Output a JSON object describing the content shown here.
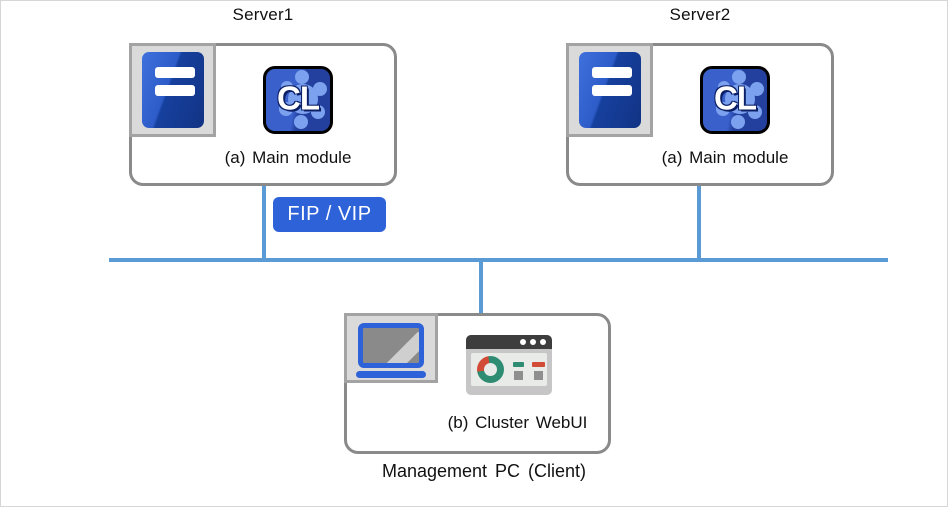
{
  "nodes": {
    "server1": {
      "title": "Server1",
      "module_label": "(a) Main module"
    },
    "server2": {
      "title": "Server2",
      "module_label": "(a) Main module"
    },
    "management_pc": {
      "module_label": "(b) Cluster WebUI",
      "caption": "Management PC (Client)"
    }
  },
  "badge": {
    "label": "FIP / VIP"
  },
  "cl_logo": {
    "text": "CL"
  },
  "icons": {
    "server_hardware": "server-tower-icon",
    "cluster_module": "cluster-cl-icon",
    "client_hardware": "laptop-icon",
    "webui": "browser-dashboard-icon"
  },
  "colors": {
    "box_border": "#8a8a8a",
    "network_line": "#5b9bd5",
    "badge_bg": "#2e62d9",
    "badge_text": "#ffffff",
    "tower_blue_light": "#3f71dd",
    "tower_blue_dark": "#123384",
    "cl_bg_light": "#3a60cc",
    "cl_bg_dark": "#24409f",
    "cl_gear": "#7ca2ef",
    "browser_header": "#3d3d3d",
    "donut_teal": "#2e8c72",
    "donut_red": "#d14b36",
    "laptop_blue": "#2e62d8"
  }
}
